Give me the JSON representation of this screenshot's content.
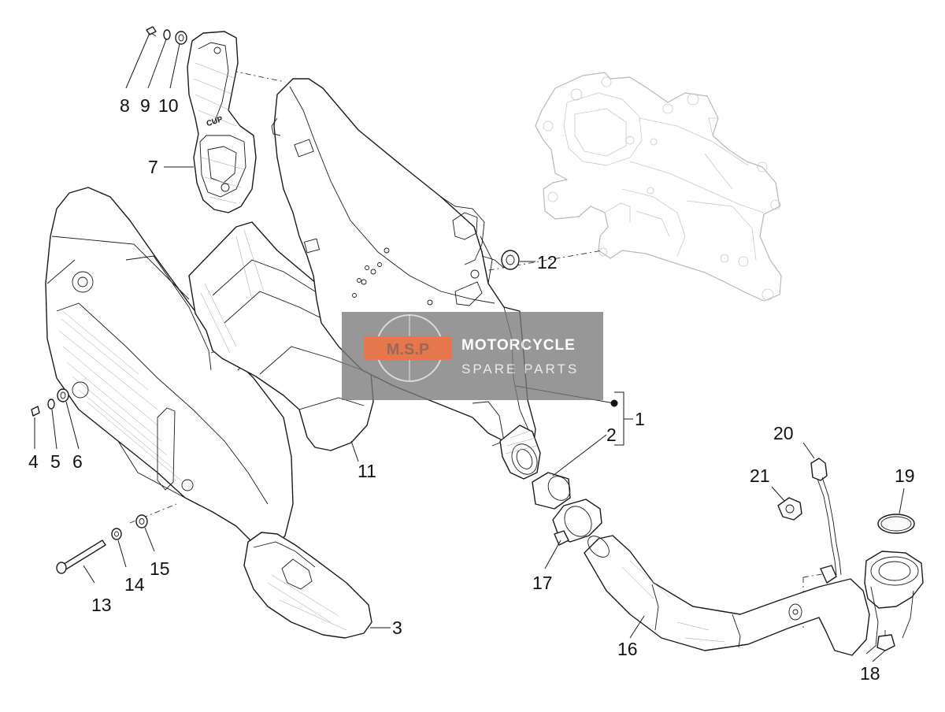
{
  "callouts": {
    "c1": "1",
    "c2": "2",
    "c3": "3",
    "c4": "4",
    "c5": "5",
    "c6": "6",
    "c7": "7",
    "c8": "8",
    "c9": "9",
    "c10": "10",
    "c11": "11",
    "c12": "12",
    "c13": "13",
    "c14": "14",
    "c15": "15",
    "c16": "16",
    "c17": "17",
    "c18": "18",
    "c19": "19",
    "c20": "20",
    "c21": "21"
  },
  "part_marking": "CUP",
  "watermark": {
    "brand_line1": "MOTORCYCLE",
    "brand_line2": "SPARE PARTS",
    "logo_text": "M.S.P",
    "colors": {
      "box": "#7a7a7a",
      "logo": "#e0521b",
      "text": "#ffffff"
    }
  }
}
